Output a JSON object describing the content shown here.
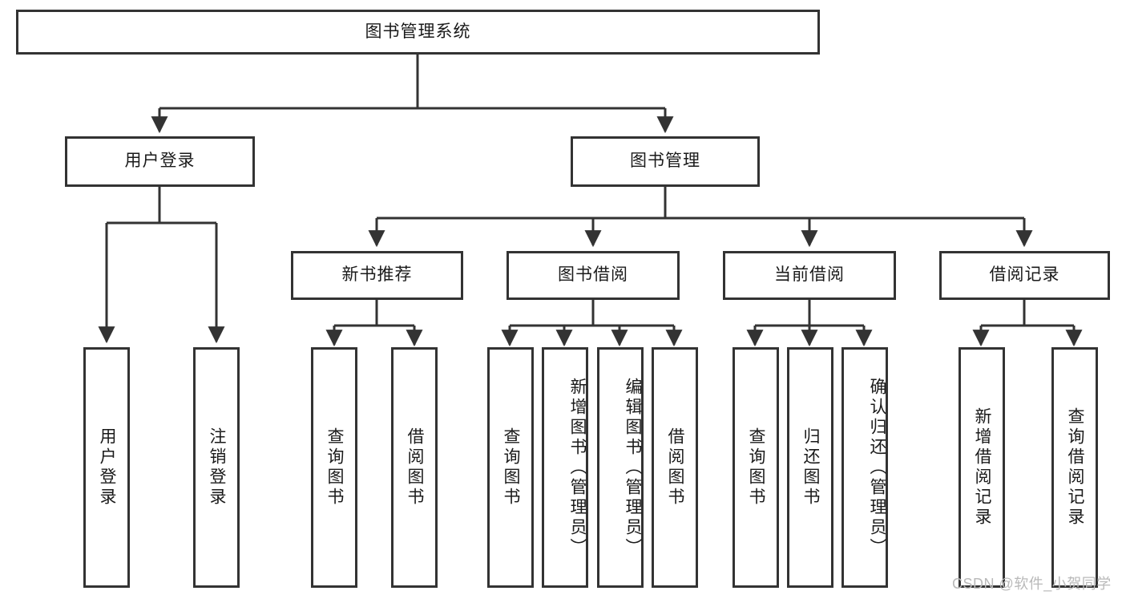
{
  "diagram": {
    "title": "图书管理系统",
    "type": "hierarchy-tree",
    "root": {
      "id": "root",
      "label": "图书管理系统",
      "orientation": "horizontal"
    },
    "level2": [
      {
        "id": "user-login",
        "label": "用户登录",
        "orientation": "horizontal"
      },
      {
        "id": "book-manage",
        "label": "图书管理",
        "orientation": "horizontal"
      }
    ],
    "level3": [
      {
        "id": "new-book-recommend",
        "label": "新书推荐",
        "orientation": "horizontal",
        "parent": "book-manage"
      },
      {
        "id": "book-borrow",
        "label": "图书借阅",
        "orientation": "horizontal",
        "parent": "book-manage"
      },
      {
        "id": "current-borrow",
        "label": "当前借阅",
        "orientation": "horizontal",
        "parent": "book-manage"
      },
      {
        "id": "borrow-record",
        "label": "借阅记录",
        "orientation": "horizontal",
        "parent": "book-manage"
      }
    ],
    "leaves": [
      {
        "id": "leaf-user-login",
        "label": "用户登录",
        "parent": "user-login",
        "orientation": "vertical",
        "align": "mid"
      },
      {
        "id": "leaf-logout-login",
        "label": "注销登录",
        "parent": "user-login",
        "orientation": "vertical",
        "align": "mid"
      },
      {
        "id": "leaf-query-book-1",
        "label": "查询图书",
        "parent": "new-book-recommend",
        "orientation": "vertical",
        "align": "mid"
      },
      {
        "id": "leaf-borrow-book-1",
        "label": "借阅图书",
        "parent": "new-book-recommend",
        "orientation": "vertical",
        "align": "mid"
      },
      {
        "id": "leaf-query-book-2",
        "label": "查询图书",
        "parent": "book-borrow",
        "orientation": "vertical",
        "align": "mid"
      },
      {
        "id": "leaf-add-book-admin",
        "label": "新增图书（管理员）",
        "parent": "book-borrow",
        "orientation": "vertical",
        "align": "top"
      },
      {
        "id": "leaf-edit-book-admin",
        "label": "编辑图书（管理员）",
        "parent": "book-borrow",
        "orientation": "vertical",
        "align": "top"
      },
      {
        "id": "leaf-borrow-book-2",
        "label": "借阅图书",
        "parent": "book-borrow",
        "orientation": "vertical",
        "align": "mid"
      },
      {
        "id": "leaf-query-book-3",
        "label": "查询图书",
        "parent": "current-borrow",
        "orientation": "vertical",
        "align": "mid"
      },
      {
        "id": "leaf-return-book",
        "label": "归还图书",
        "parent": "current-borrow",
        "orientation": "vertical",
        "align": "mid"
      },
      {
        "id": "leaf-confirm-return-admin",
        "label": "确认归还（管理员）",
        "parent": "current-borrow",
        "orientation": "vertical",
        "align": "top"
      },
      {
        "id": "leaf-add-borrow-record",
        "label": "新增借阅记录",
        "parent": "borrow-record",
        "orientation": "vertical",
        "align": "mid"
      },
      {
        "id": "leaf-query-borrow-record",
        "label": "查询借阅记录",
        "parent": "borrow-record",
        "orientation": "vertical",
        "align": "mid"
      }
    ],
    "colors": {
      "box_border": "#333333",
      "box_fill": "#ffffff",
      "connector": "#333333",
      "text": "#1a1a1a",
      "watermark": "#b9b9b9"
    }
  },
  "watermark": {
    "text": "CSDN @软件_小贺同学"
  }
}
